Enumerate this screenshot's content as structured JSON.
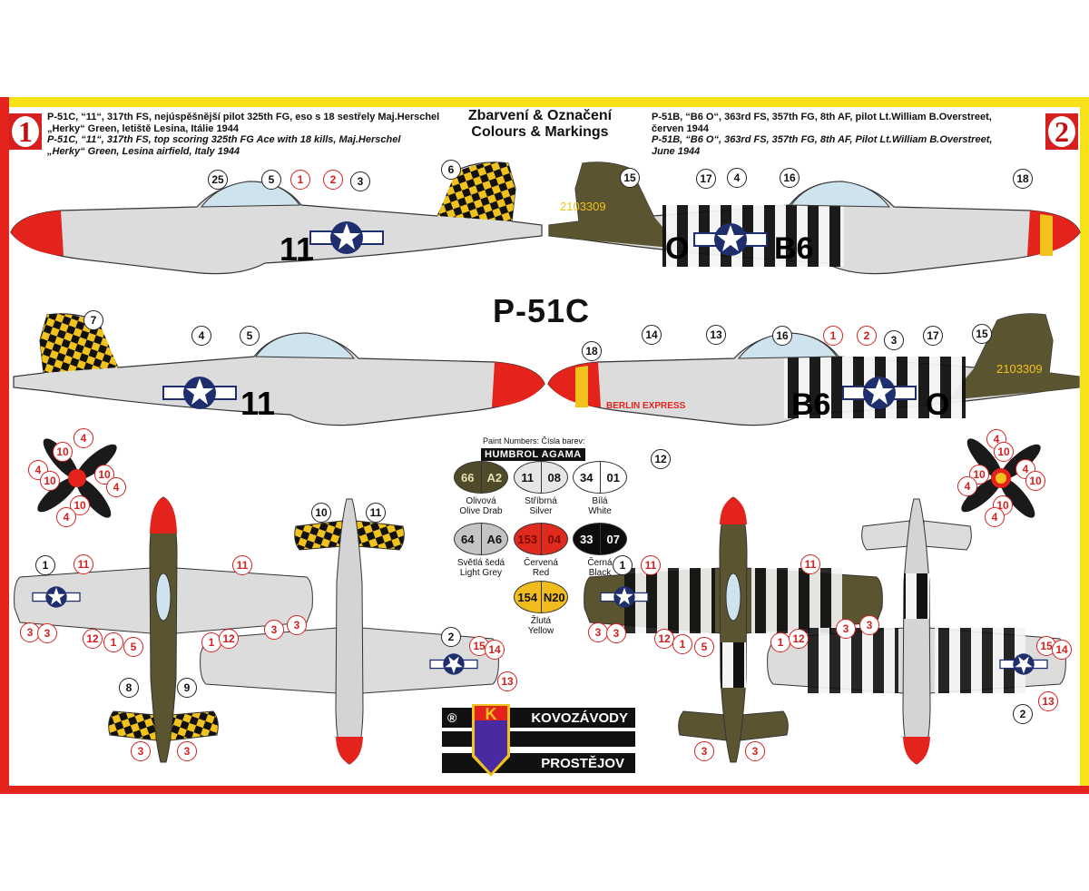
{
  "scheme_1": {
    "number": "1",
    "text_cz": [
      "P-51C, “11“, 317th FS, nejúspěšnější pilot 325th FG, eso s 18 sestřely Maj.Herschel",
      "„Herky“ Green, letiště Lesina, Itálie 1944"
    ],
    "text_en": [
      "P-51C, “11“, 317th FS, top scoring 325th FG Ace with 18 kills, Maj.Herschel",
      "„Herky“ Green, Lesina airfield, Italy 1944"
    ]
  },
  "scheme_2": {
    "number": "2",
    "text_cz": [
      "P-51B, “B6 O“, 363rd FS, 357th FG, 8th AF, pilot Lt.William B.Overstreet,",
      "červen 1944"
    ],
    "text_en": [
      "P-51B, “B6 O“, 363rd FS, 357th FG, 8th AF, Pilot Lt.William B.Overstreet,",
      "June 1944"
    ]
  },
  "title": {
    "cz": "Zbarvení & Označení",
    "en": "Colours & Markings",
    "model": "P-51C"
  },
  "aircraft_markings": {
    "a1_code": "11",
    "a2_code_left": "O",
    "a2_code_right": "B6",
    "a2_serial": "2103309",
    "a2_nose_art": "BERLIN EXPRESS"
  },
  "paints": {
    "header": "Paint Numbers: Čísla barev:",
    "brands": "HUMBROL AGAMA",
    "chips": [
      {
        "humbrol": "66",
        "agama": "A2",
        "name_cz": "Olivová",
        "name_en": "Olive Drab",
        "color": "#4e4a2a",
        "text_color": "#e8e0b0"
      },
      {
        "humbrol": "11",
        "agama": "08",
        "name_cz": "Stříbrná",
        "name_en": "Silver",
        "color": "#e6e6e6",
        "text_color": "#111"
      },
      {
        "humbrol": "34",
        "agama": "01",
        "name_cz": "Bílá",
        "name_en": "White",
        "color": "#ffffff",
        "text_color": "#111"
      },
      {
        "humbrol": "64",
        "agama": "A6",
        "name_cz": "Světlá šedá",
        "name_en": "Light Grey",
        "color": "#c4c4c4",
        "text_color": "#111"
      },
      {
        "humbrol": "153",
        "agama": "04",
        "name_cz": "Červená",
        "name_en": "Red",
        "color": "#e02a1e",
        "text_color": "#7a0a05"
      },
      {
        "humbrol": "33",
        "agama": "07",
        "name_cz": "Černá",
        "name_en": "Black",
        "color": "#0c0c0c",
        "text_color": "#fff"
      },
      {
        "humbrol": "154",
        "agama": "N20",
        "name_cz": "Žlutá",
        "name_en": "Yellow",
        "color": "#f2bd1c",
        "text_color": "#111"
      }
    ]
  },
  "logo": {
    "registered": "®",
    "letter": "K",
    "line1": "KOVOZÁVODY",
    "line2": "PROSTĚJOV"
  },
  "colors": {
    "frame_yellow": "#f7e21a",
    "frame_red": "#e3231c",
    "olive": "#5a5530",
    "silver": "#d9d9d9",
    "red": "#e3231c",
    "yellow": "#f2c21c",
    "roundel_blue": "#1f2f6e"
  },
  "callouts": [
    {
      "n": "25",
      "red": false
    },
    {
      "n": "5",
      "red": false
    },
    {
      "n": "1",
      "red": true
    },
    {
      "n": "2",
      "red": true
    },
    {
      "n": "3",
      "red": false
    },
    {
      "n": "6",
      "red": false
    },
    {
      "n": "15",
      "red": false
    },
    {
      "n": "17",
      "red": false
    },
    {
      "n": "4",
      "red": false
    },
    {
      "n": "16",
      "red": false
    },
    {
      "n": "18",
      "red": false
    },
    {
      "n": "7",
      "red": false
    },
    {
      "n": "4",
      "red": false
    },
    {
      "n": "5",
      "red": false
    },
    {
      "n": "18",
      "red": false
    },
    {
      "n": "14",
      "red": false
    },
    {
      "n": "13",
      "red": false
    },
    {
      "n": "16",
      "red": false
    },
    {
      "n": "1",
      "red": true
    },
    {
      "n": "2",
      "red": true
    },
    {
      "n": "3",
      "red": false
    },
    {
      "n": "17",
      "red": false
    },
    {
      "n": "15",
      "red": false
    },
    {
      "n": "12",
      "red": false
    },
    {
      "n": "4",
      "red": true
    },
    {
      "n": "10",
      "red": true
    },
    {
      "n": "4",
      "red": true
    },
    {
      "n": "10",
      "red": true
    },
    {
      "n": "10",
      "red": true
    },
    {
      "n": "4",
      "red": true
    },
    {
      "n": "10",
      "red": true
    },
    {
      "n": "4",
      "red": true
    },
    {
      "n": "4",
      "red": true
    },
    {
      "n": "10",
      "red": true
    },
    {
      "n": "4",
      "red": true
    },
    {
      "n": "10",
      "red": true
    },
    {
      "n": "10",
      "red": true
    },
    {
      "n": "4",
      "red": true
    },
    {
      "n": "10",
      "red": true
    },
    {
      "n": "4",
      "red": true
    },
    {
      "n": "1",
      "red": false
    },
    {
      "n": "11",
      "red": true
    },
    {
      "n": "11",
      "red": true
    },
    {
      "n": "3",
      "red": true
    },
    {
      "n": "3",
      "red": true
    },
    {
      "n": "12",
      "red": true
    },
    {
      "n": "1",
      "red": true
    },
    {
      "n": "5",
      "red": true
    },
    {
      "n": "1",
      "red": true
    },
    {
      "n": "12",
      "red": true
    },
    {
      "n": "3",
      "red": true
    },
    {
      "n": "3",
      "red": true
    },
    {
      "n": "8",
      "red": false
    },
    {
      "n": "9",
      "red": false
    },
    {
      "n": "3",
      "red": true
    },
    {
      "n": "3",
      "red": true
    },
    {
      "n": "10",
      "red": false
    },
    {
      "n": "11",
      "red": false
    },
    {
      "n": "2",
      "red": false
    },
    {
      "n": "15",
      "red": true
    },
    {
      "n": "14",
      "red": true
    },
    {
      "n": "13",
      "red": true
    },
    {
      "n": "1",
      "red": false
    },
    {
      "n": "11",
      "red": true
    },
    {
      "n": "11",
      "red": true
    },
    {
      "n": "3",
      "red": true
    },
    {
      "n": "3",
      "red": true
    },
    {
      "n": "12",
      "red": true
    },
    {
      "n": "1",
      "red": true
    },
    {
      "n": "5",
      "red": true
    },
    {
      "n": "1",
      "red": true
    },
    {
      "n": "12",
      "red": true
    },
    {
      "n": "3",
      "red": true
    },
    {
      "n": "3",
      "red": true
    },
    {
      "n": "3",
      "red": true
    },
    {
      "n": "3",
      "red": true
    },
    {
      "n": "15",
      "red": true
    },
    {
      "n": "14",
      "red": true
    },
    {
      "n": "13",
      "red": true
    },
    {
      "n": "2",
      "red": false
    }
  ]
}
